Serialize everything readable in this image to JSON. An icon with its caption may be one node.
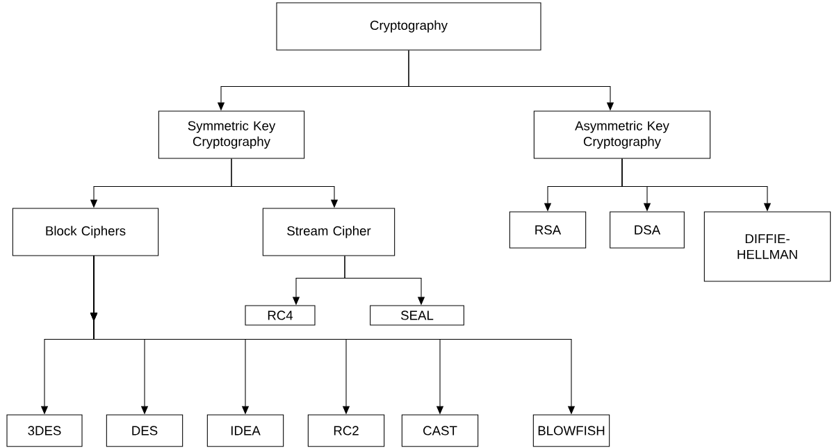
{
  "diagram": {
    "nodes": [
      {
        "text": [
          "Cryptography"
        ]
      },
      {
        "text": [
          "Symmetric Key Cryptography"
        ]
      },
      {
        "text": [
          "Asymmetric Key Cryptography"
        ]
      },
      {
        "text": [
          "Block Ciphers"
        ]
      },
      {
        "text": [
          "Stream Cipher"
        ]
      },
      {
        "text": [
          "RSA"
        ]
      },
      {
        "text": [
          "DSA"
        ]
      },
      {
        "text": [
          "DIFFIE- HELLMAN"
        ]
      },
      {
        "text": [
          "RC4"
        ]
      },
      {
        "text": [
          "SEAL"
        ]
      },
      {
        "text": [
          "3DES"
        ]
      },
      {
        "text": [
          "DES"
        ]
      },
      {
        "text": [
          "IDEA"
        ]
      },
      {
        "text": [
          "RC2"
        ]
      },
      {
        "text": [
          "CAST"
        ]
      },
      {
        "text": [
          "BLOWFISH"
        ]
      }
    ],
    "edges": [
      {
        "from": 0,
        "to": 1,
        "arrow": "to"
      },
      {
        "from": 0,
        "to": 2,
        "arrow": "to"
      },
      {
        "from": 1,
        "to": 3,
        "arrow": "to"
      },
      {
        "from": 1,
        "to": 4,
        "arrow": "to"
      },
      {
        "from": 2,
        "to": 5,
        "arrow": "to"
      },
      {
        "from": 2,
        "to": 6,
        "arrow": "to"
      },
      {
        "from": 2,
        "to": 7,
        "arrow": "to"
      },
      {
        "from": 4,
        "to": 8,
        "arrow": "to"
      },
      {
        "from": 4,
        "to": 9,
        "arrow": "to"
      },
      {
        "from": 3,
        "to": 10,
        "arrow": "to"
      },
      {
        "from": 3,
        "to": 11,
        "arrow": "to"
      },
      {
        "from": 3,
        "to": 12,
        "arrow": "to"
      },
      {
        "from": 3,
        "to": 13,
        "arrow": "to"
      },
      {
        "from": 3,
        "to": 14,
        "arrow": "to"
      },
      {
        "from": 3,
        "to": 15,
        "arrow": "to"
      }
    ]
  }
}
